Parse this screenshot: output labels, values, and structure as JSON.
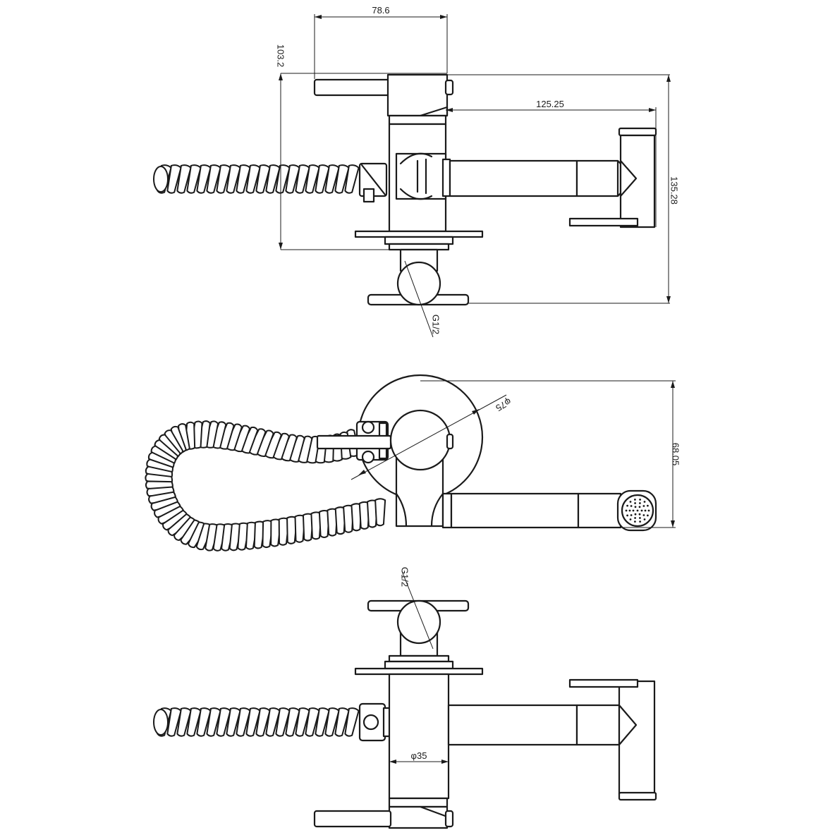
{
  "dimensions": {
    "top_width": "78.6",
    "top_height": "103.2",
    "spout_length": "125.25",
    "total_height": "135.28",
    "connection_top": "G1/2",
    "flange_diameter": "φ75",
    "front_height": "68.05",
    "connection_bottom": "G1/2",
    "body_diameter": "φ35"
  }
}
